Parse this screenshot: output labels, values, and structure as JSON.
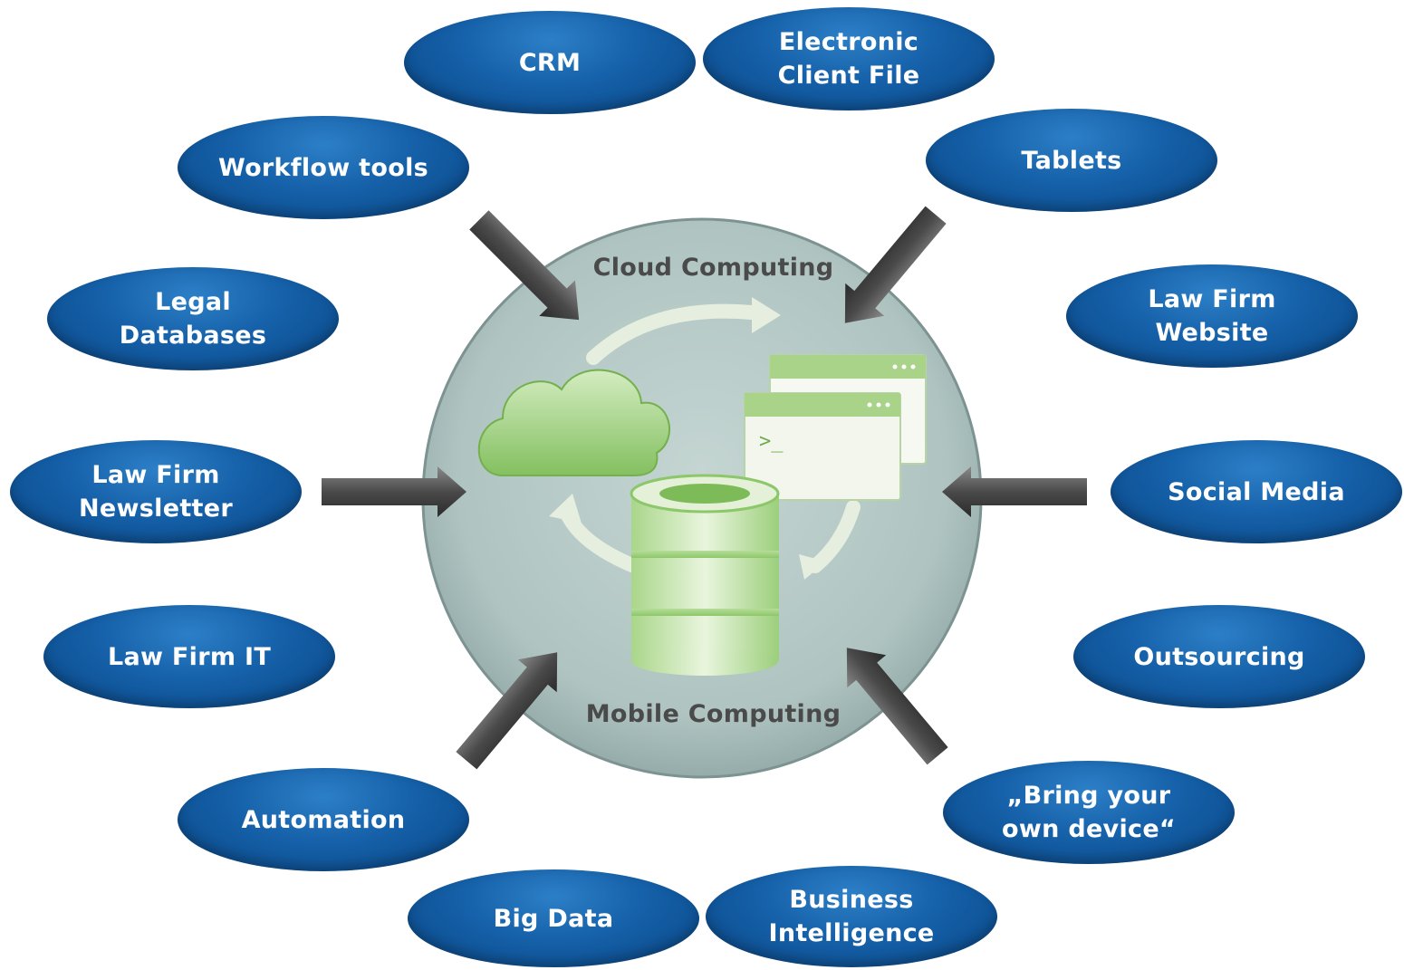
{
  "hub": {
    "top_label": "Cloud Computing",
    "bottom_label": "Mobile Computing"
  },
  "topics": [
    {
      "id": "crm",
      "label": "CRM"
    },
    {
      "id": "electronic-client-file",
      "label": "Electronic\nClient File"
    },
    {
      "id": "workflow-tools",
      "label": "Workflow tools"
    },
    {
      "id": "tablets",
      "label": "Tablets"
    },
    {
      "id": "legal-databases",
      "label": "Legal\nDatabases"
    },
    {
      "id": "law-firm-website",
      "label": "Law Firm\nWebsite"
    },
    {
      "id": "law-firm-newsletter",
      "label": "Law Firm\nNewsletter"
    },
    {
      "id": "social-media",
      "label": "Social Media"
    },
    {
      "id": "law-firm-it",
      "label": "Law Firm IT"
    },
    {
      "id": "outsourcing",
      "label": "Outsourcing"
    },
    {
      "id": "automation",
      "label": "Automation"
    },
    {
      "id": "bring-your-own-device",
      "label": "„Bring your\nown device“"
    },
    {
      "id": "big-data",
      "label": "Big Data"
    },
    {
      "id": "business-intelligence",
      "label": "Business\nIntelligence"
    }
  ],
  "colors": {
    "oval": "#1560a8",
    "hub": "#b3c7c4",
    "icon_green": "#8cc76a",
    "arrow": "#555555"
  },
  "icons": [
    "cloud-icon",
    "terminal-window-icon",
    "database-icon",
    "cycle-arrows-icon"
  ]
}
